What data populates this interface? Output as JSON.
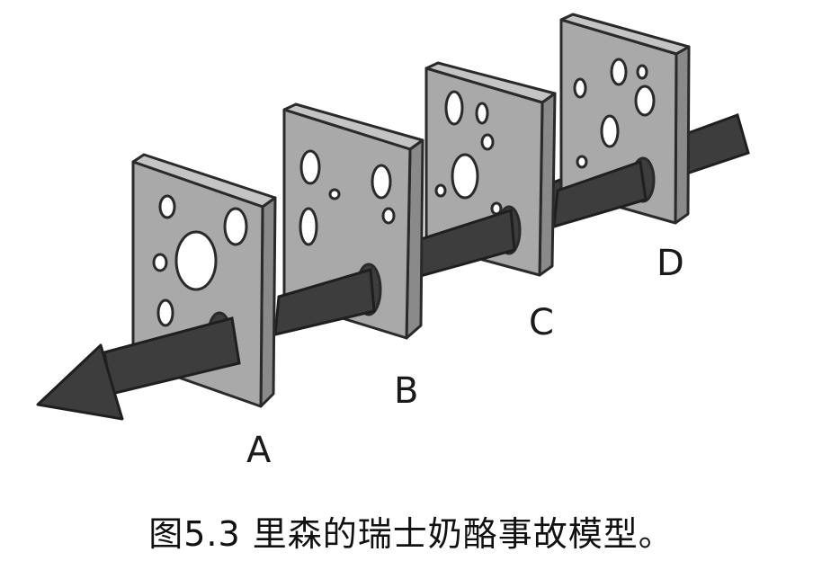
{
  "figure": {
    "slices": [
      {
        "label": "A"
      },
      {
        "label": "B"
      },
      {
        "label": "C"
      },
      {
        "label": "D"
      }
    ]
  },
  "caption": "图5.3 里森的瑞士奶酪事故模型。",
  "colors": {
    "cheese_face": "#a9a9a9",
    "cheese_side": "#8a8a8a",
    "cheese_top": "#bfbfbf",
    "outline": "#2a2a2a",
    "arrow": "#3d3d3d",
    "hole": "#ffffff"
  }
}
